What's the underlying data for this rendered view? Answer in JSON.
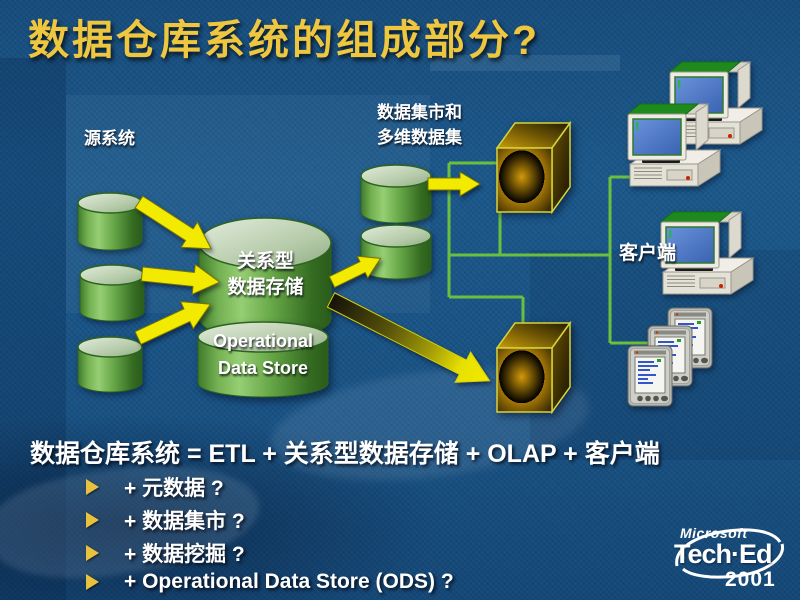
{
  "slide": {
    "title": "数据仓库系统的组成部分?",
    "diagram": {
      "source_label": "源系统",
      "marts_line1": "数据集市和",
      "marts_line2": "多维数据集",
      "client_label": "客户端",
      "dw_line1": "关系型",
      "dw_line2": "数据存储",
      "ods_line1": "Operational",
      "ods_line2": "Data Store"
    },
    "formula": "数据仓库系统 = ETL + 关系型数据存储 + OLAP + 客户端",
    "bullets": [
      {
        "marker_icon": "arrowhead-right",
        "text": "+ 元数据 ?"
      },
      {
        "marker_icon": "arrowhead-right",
        "text": "+ 数据集市 ?"
      },
      {
        "marker_icon": "arrowhead-right",
        "text": "+ 数据挖掘 ?"
      },
      {
        "marker_icon": "arrowhead-right",
        "text": "+ Operational  Data Store (ODS) ?"
      }
    ],
    "logo": {
      "microsoft": "Microsoft",
      "teched": "Tech·Ed",
      "year": "2001"
    },
    "colors": {
      "background": "#1e5c8e",
      "title_gold": "#eec63f",
      "body_text": "#ffffff",
      "cylinder_green": "#6aa84a",
      "cylinder_top": "#d8e4d0",
      "arrow_yellow": "#f2ea00",
      "cube_gold": "#cf9608",
      "connector_green": "#6abf3f",
      "bullet_marker": "#e8c23e"
    },
    "icons": {
      "source_dbs": "database-cylinder-icon",
      "warehouse": "database-cylinder-icon",
      "marts": "database-cylinder-icon",
      "olap": "cube-icon",
      "clients": "desktop-computer-icon",
      "mobile_clients": "pda-icon"
    }
  }
}
